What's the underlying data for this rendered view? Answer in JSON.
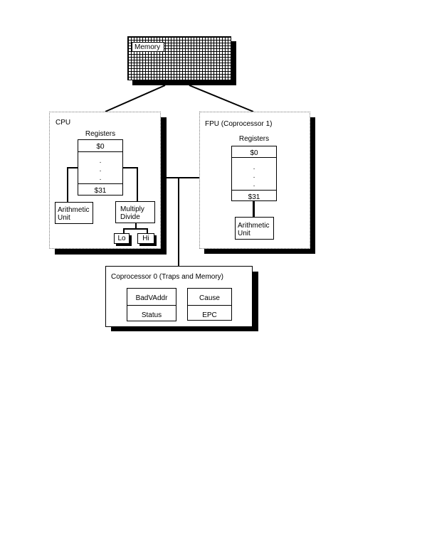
{
  "memory": {
    "label": "Memory"
  },
  "cpu": {
    "title": "CPU",
    "registers_label": "Registers",
    "reg_first": "$0",
    "reg_dots": ". . .",
    "reg_last": "$31",
    "alu_label": "Arithmetic Unit",
    "muldiv_label": "Multiply Divide",
    "lo_label": "Lo",
    "hi_label": "Hi"
  },
  "fpu": {
    "title": "FPU (Coprocessor 1)",
    "registers_label": "Registers",
    "reg_first": "$0",
    "reg_dots": ". . .",
    "reg_last": "$31",
    "alu_label": "Arithmetic Unit"
  },
  "cop0": {
    "title": "Coprocessor 0 (Traps and Memory)",
    "badvaddr": "BadVAddr",
    "status": "Status",
    "cause": "Cause",
    "epc": "EPC"
  }
}
